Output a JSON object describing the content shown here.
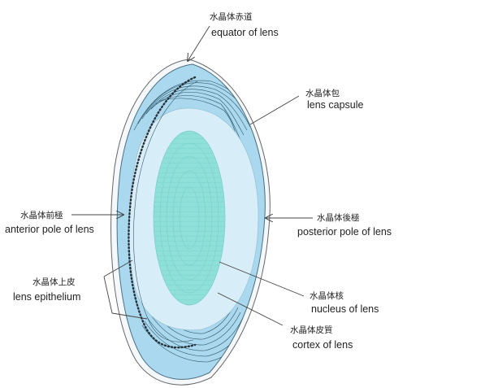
{
  "labels": {
    "equator": {
      "jp": "水晶体赤道",
      "en": "equator of lens"
    },
    "capsule": {
      "jp": "水晶体包",
      "en": "lens capsule"
    },
    "anterior_pole": {
      "jp": "水晶体前極",
      "en": "anterior pole of lens"
    },
    "posterior_pole": {
      "jp": "水晶体後極",
      "en": "posterior pole of lens"
    },
    "epithelium": {
      "jp": "水晶体上皮",
      "en": "lens epithelium"
    },
    "nucleus": {
      "jp": "水晶体核",
      "en": "nucleus of lens"
    },
    "cortex": {
      "jp": "水晶体皮質",
      "en": "cortex of lens"
    }
  },
  "colors": {
    "capsule_fill": "#a9d8ef",
    "cortex_fill": "#d7eef9",
    "nucleus_fill": "#8fe0d8",
    "outline": "#555555",
    "leader": "#444444"
  }
}
